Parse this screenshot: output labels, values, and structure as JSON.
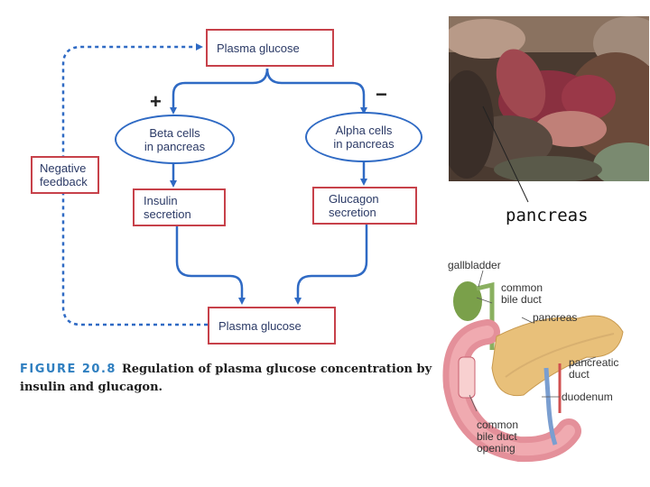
{
  "diagram": {
    "top_box": "Plasma glucose",
    "bottom_box": "Plasma glucose",
    "beta_cells": [
      "Beta cells",
      "in pancreas"
    ],
    "alpha_cells": [
      "Alpha cells",
      "in pancreas"
    ],
    "insulin": [
      "Insulin",
      "secretion"
    ],
    "glucagon": [
      "Glucagon",
      "secretion"
    ],
    "feedback": [
      "Negative",
      "feedback"
    ],
    "plus_sign": "+",
    "minus_sign": "−",
    "colors": {
      "arrow_blue": "#2f6ac4",
      "box_red": "#c7414a",
      "up_green": "#3a9a3a",
      "down_red": "#c02828"
    }
  },
  "caption": {
    "figure": "FIGURE 20.8",
    "text": "Regulation of plasma glucose concentration by insulin and glucagon."
  },
  "photo": {
    "label": "pancreas"
  },
  "illustration": {
    "gallbladder": "gallbladder",
    "common_bile_duct": [
      "common",
      "bile duct"
    ],
    "pancreas": "pancreas",
    "pancreatic_duct": [
      "pancreatic",
      "duct"
    ],
    "duodenum": "duodenum",
    "bile_duct_opening": [
      "common",
      "bile duct",
      "opening"
    ]
  }
}
